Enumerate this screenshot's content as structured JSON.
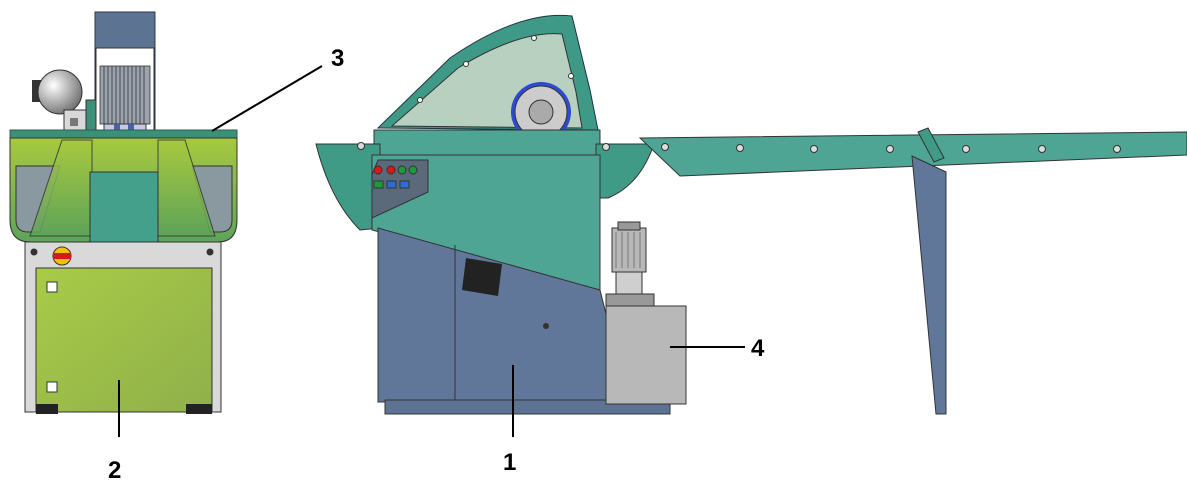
{
  "callouts": {
    "c1": "1",
    "c2": "2",
    "c3": "3",
    "c4": "4"
  },
  "colors": {
    "teal": "#4ea593",
    "teal_dark": "#2e8a74",
    "slate_blue": "#60779a",
    "grey": "#b8b8b8",
    "lime": "#aacc4e",
    "guard_light": "#b8d0bf"
  }
}
